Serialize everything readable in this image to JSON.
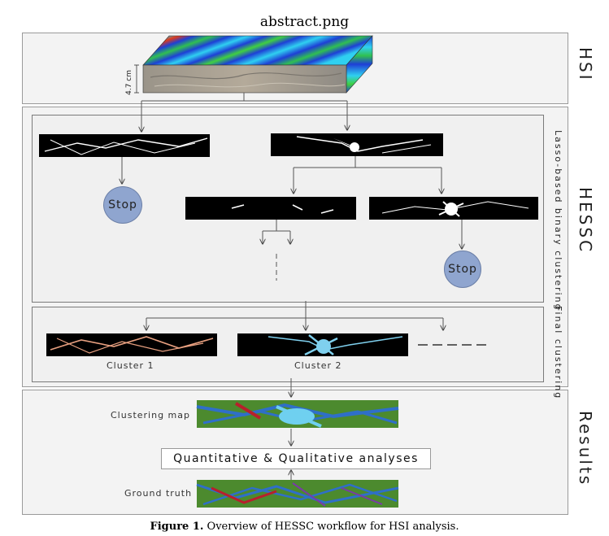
{
  "title": "abstract.png",
  "hsi_label": "HSI",
  "hessc_label": "HESSC",
  "results_label": "Results",
  "dimension_label": "4.7 cm",
  "lasso_label": "Lasso-based binary clustering",
  "final_label": "Final clustering",
  "stop_label": "Stop",
  "cluster1_label": "Cluster 1",
  "cluster2_label": "Cluster 2",
  "clustering_map_label": "Clustering map",
  "ground_truth_label": "Ground truth",
  "analyses_label": "Quantitative & Qualitative analyses",
  "caption_bold": "Figure 1.",
  "caption_text": " Overview of HESSC workflow for HSI analysis.",
  "colors": {
    "panel_bg": "#f3f3f3",
    "stop_fill": "#8fa5cf",
    "cluster1_color": "#e8a080",
    "cluster2_color": "#7fd0ee",
    "map_green": "#4c8a2e",
    "map_blue": "#2f6fc8",
    "map_cyan": "#6fd0f0",
    "map_red": "#b8202c"
  }
}
